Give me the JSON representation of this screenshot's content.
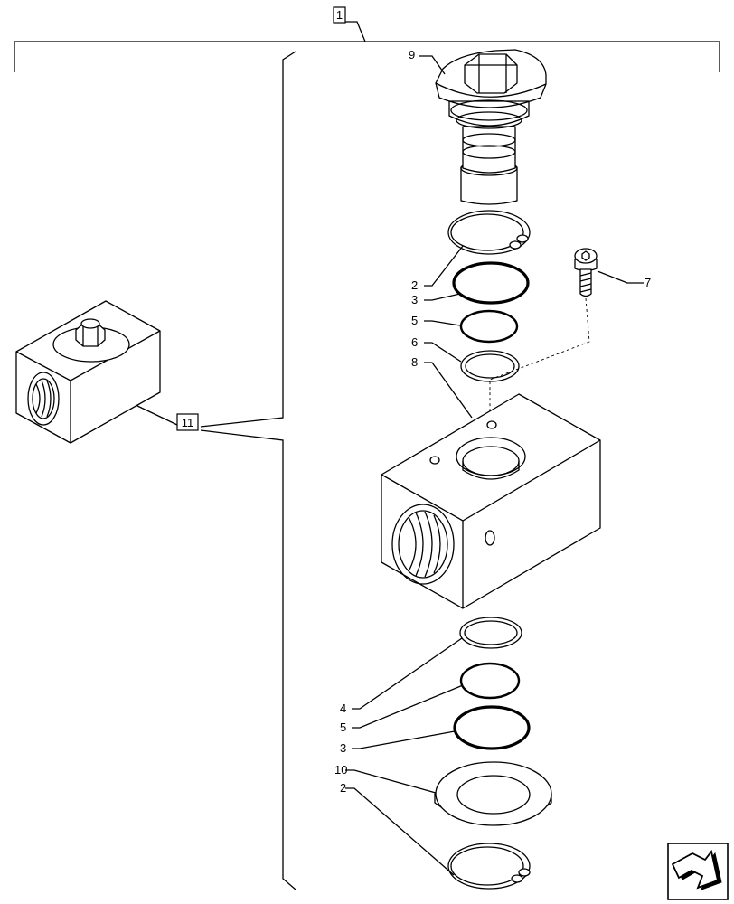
{
  "callouts": {
    "assembly": "1",
    "subassembly": "11",
    "snap_ring_top": "2",
    "oring_top_large": "3",
    "oring_top_small": "5",
    "backup_ring_top": "6",
    "screw": "7",
    "valve_body": "8",
    "plug": "9",
    "backup_ring_bottom": "4",
    "oring_bottom_small": "5",
    "oring_bottom_large": "3",
    "washer": "10",
    "snap_ring_bottom": "2"
  },
  "nav": {
    "icon": "next-page-arrow-icon"
  }
}
